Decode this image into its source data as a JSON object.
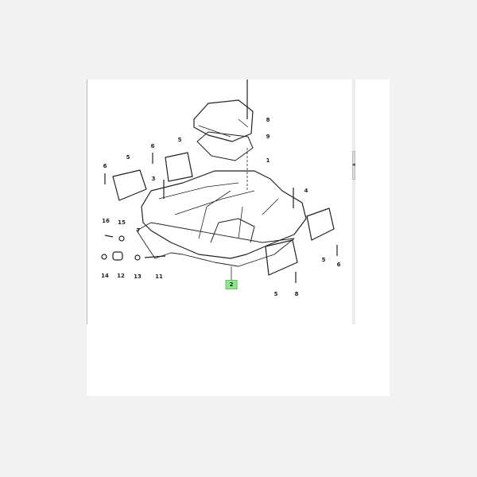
{
  "diagram": {
    "title": "Cylinder head cover exploded view",
    "highlight_color": "#8fe68f",
    "labels": [
      "8",
      "9",
      "1",
      "5",
      "6",
      "5",
      "6",
      "3",
      "4",
      "16",
      "15",
      "7",
      "14",
      "12",
      "13",
      "11",
      "2",
      "5",
      "6",
      "5",
      "8"
    ],
    "selected_part": "2"
  },
  "viewer": {
    "collapse_icon": "chevron-left-icon"
  }
}
